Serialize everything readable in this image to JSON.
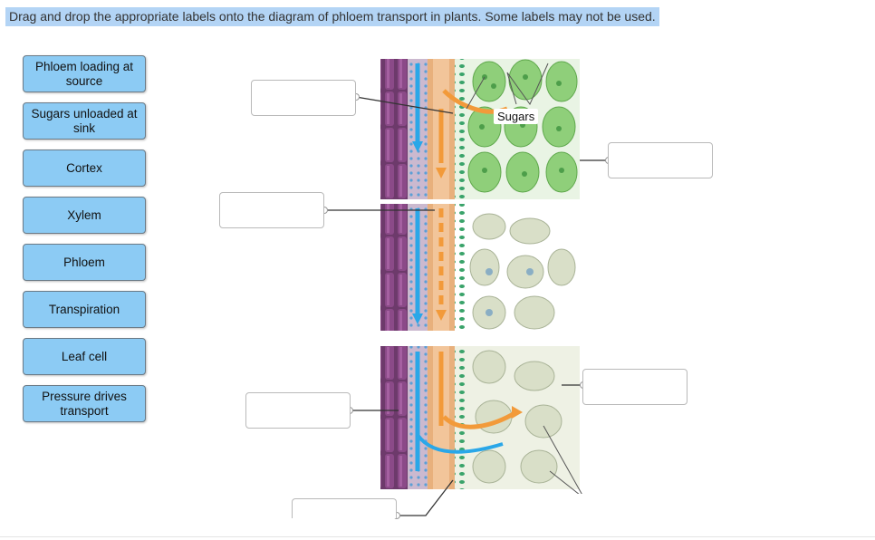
{
  "instruction": "Drag and drop the appropriate labels onto the diagram of phloem transport in plants. Some labels may not be used.",
  "labels": [
    "Phloem loading at source",
    "Sugars unloaded at sink",
    "Cortex",
    "Xylem",
    "Phloem",
    "Transpiration",
    "Leaf cell",
    "Pressure drives transport"
  ],
  "diagram": {
    "sugars_label": "Sugars"
  },
  "drop_targets": [
    "",
    "",
    "",
    "",
    "",
    ""
  ],
  "colors": {
    "tile": "#8ccbf4",
    "instruction_highlight": "#b3d4f5",
    "xylem": "#7a3d78",
    "phloem": "#e0955a",
    "flow_arrow": "#2aa7e8",
    "sugar_arrow": "#f29a3a",
    "leaf_cells": "#8fcf7a",
    "root_cells": "#d9dfc8"
  }
}
